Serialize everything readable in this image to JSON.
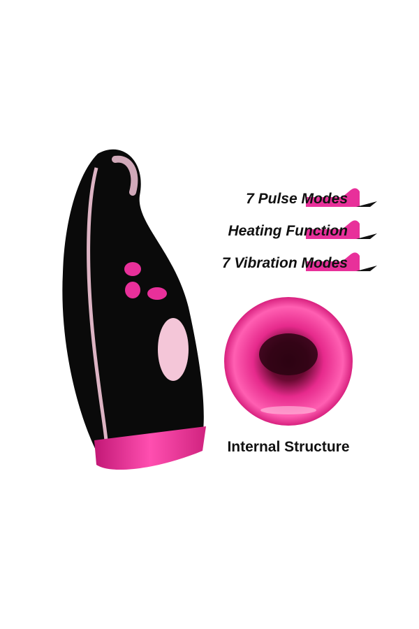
{
  "features": [
    {
      "label": "7 Pulse Modes"
    },
    {
      "label": "Heating Function"
    },
    {
      "label": "7 Vibration Modes"
    }
  ],
  "internal_structure": {
    "caption": "Internal Structure"
  },
  "colors": {
    "accent": "#e8309a",
    "body": "#0a0a0a",
    "highlight": "#f4c6d8",
    "background": "#ffffff"
  },
  "icons": [
    "power-button-icon",
    "mode-button-icon",
    "secondary-button-icon"
  ]
}
